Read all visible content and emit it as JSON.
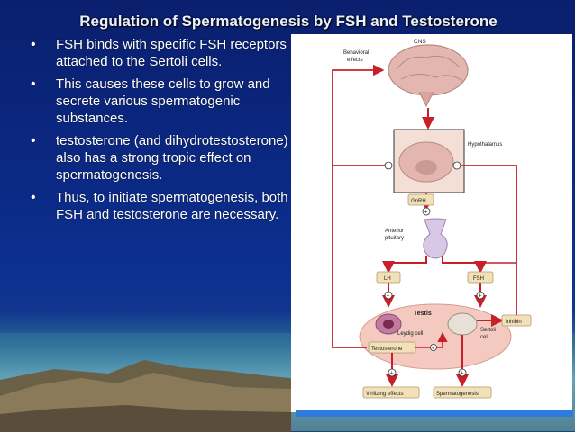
{
  "slide": {
    "title": "Regulation of Spermatogenesis by FSH and Testosterone",
    "bullets": [
      "FSH binds with specific FSH receptors attached to the Sertoli cells.",
      "This causes these cells to grow and secrete various spermatogenic substances.",
      "testosterone (and dihydrotestosterone) also has a strong tropic effect on spermatogenesis.",
      "Thus, to initiate spermatogenesis, both FSH and testosterone are necessary."
    ]
  },
  "diagram": {
    "labels": {
      "cns": "CNS",
      "behavioral_1": "Behavioral",
      "behavioral_2": "effects",
      "hypothalamus": "Hypothalamus",
      "gnrh": "GnRH",
      "anterior_1": "Anterior",
      "anterior_2": "pituitary",
      "lh": "LH",
      "fsh": "FSH",
      "testis": "Testis",
      "leydig": "Leydig cell",
      "sertoli_1": "Sertoli",
      "sertoli_2": "cell",
      "testosterone": "Testosterone",
      "inhibin": "Inhibin",
      "virilizing": "Virilizing effects",
      "spermatogenesis": "Spermatogenesis"
    },
    "signs": {
      "plus": "+",
      "minus": "−"
    },
    "colors": {
      "arrow": "#c8202a",
      "box": "#f2e0b8",
      "testis": "#f4c9c0",
      "brain": "#e3b7b0"
    }
  }
}
